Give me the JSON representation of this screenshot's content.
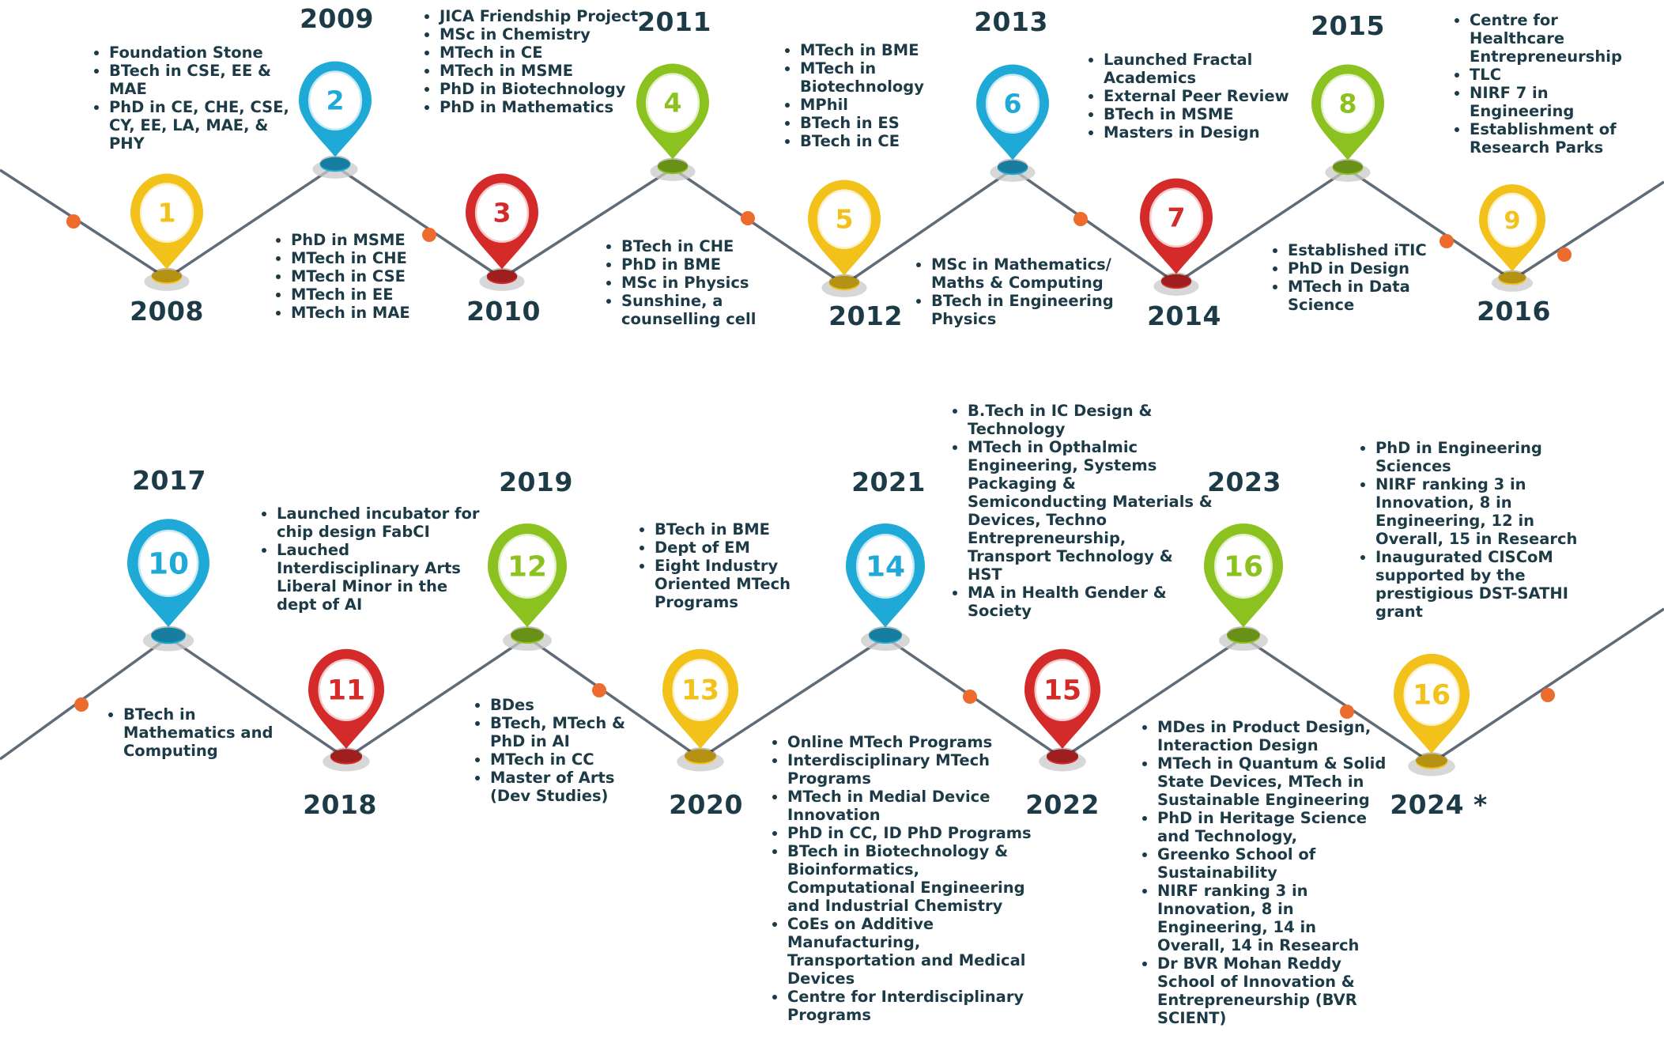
{
  "colors": {
    "yellow": "#f2c21b",
    "blue": "#1fa9d6",
    "red": "#d42a2a",
    "green": "#8cc21f",
    "line": "#5f6b77",
    "dot": "#ec6b2d",
    "text": "#1d3a47"
  },
  "milestones": [
    {
      "num": "1",
      "year": "2008",
      "color": "yellow"
    },
    {
      "num": "2",
      "year": "2009",
      "color": "blue"
    },
    {
      "num": "3",
      "year": "2010",
      "color": "red"
    },
    {
      "num": "4",
      "year": "2011",
      "color": "green"
    },
    {
      "num": "5",
      "year": "2012",
      "color": "yellow"
    },
    {
      "num": "6",
      "year": "2013",
      "color": "blue"
    },
    {
      "num": "7",
      "year": "2014",
      "color": "red"
    },
    {
      "num": "8",
      "year": "2015",
      "color": "green"
    },
    {
      "num": "9",
      "year": "2016",
      "color": "yellow"
    },
    {
      "num": "10",
      "year": "2017",
      "color": "blue"
    },
    {
      "num": "11",
      "year": "2018",
      "color": "red"
    },
    {
      "num": "12",
      "year": "2019",
      "color": "green"
    },
    {
      "num": "13",
      "year": "2020",
      "color": "yellow"
    },
    {
      "num": "14",
      "year": "2021",
      "color": "blue"
    },
    {
      "num": "15",
      "year": "2022",
      "color": "red"
    },
    {
      "num": "16",
      "year": "2023",
      "color": "green"
    },
    {
      "num": "16",
      "year": "2024 *",
      "color": "yellow"
    }
  ],
  "items": [
    [
      "Foundation Stone",
      "BTech in CSE, EE & MAE",
      "PhD in CE, CHE, CSE, CY, EE, LA, MAE, & PHY"
    ],
    [
      "PhD in MSME",
      "MTech in CHE",
      "MTech in CSE",
      "MTech in EE",
      "MTech in MAE"
    ],
    [
      "JICA Friendship Project",
      "MSc in Chemistry",
      "MTech in CE",
      "MTech in MSME",
      "PhD in Biotechnology",
      "PhD in Mathematics"
    ],
    [
      "BTech in CHE",
      "PhD in BME",
      "MSc in Physics",
      "Sunshine, a counselling cell"
    ],
    [
      "MTech in BME",
      "MTech in Biotechnology",
      "MPhil",
      "BTech in ES",
      "BTech in CE"
    ],
    [
      "MSc in Mathematics/ Maths & Computing",
      "BTech in Engineering Physics"
    ],
    [
      "Launched Fractal Academics",
      "External Peer Review",
      "BTech in MSME",
      "Masters in Design"
    ],
    [
      "Established iTIC",
      "PhD in Design",
      " MTech in Data Science"
    ],
    [
      "Centre for Healthcare Entrepreneurship",
      "TLC",
      "NIRF 7 in Engineering",
      "Establishment of Research Parks"
    ],
    [
      "BTech in Mathematics and Computing"
    ],
    [
      "Launched incubator  for chip design FabCI",
      "Lauched Interdisciplinary Arts Liberal Minor in the dept of AI"
    ],
    [
      "BDes",
      "BTech, MTech & PhD in AI",
      "MTech in CC",
      "Master of Arts (Dev Studies)"
    ],
    [
      "BTech in BME",
      "Dept of EM",
      "Eight Industry Oriented MTech Programs"
    ],
    [
      "Online MTech Programs",
      "Interdisciplinary MTech Programs",
      "MTech in Medial Device Innovation",
      "PhD in CC, ID PhD Programs",
      "BTech in Biotechnology & Bioinformatics, Computational Engineering and Industrial Chemistry",
      "CoEs on Additive Manufacturing, Transportation and Medical Devices",
      "Centre for Interdisciplinary Programs"
    ],
    [
      "B.Tech in IC Design & Technology",
      "MTech in  Opthalmic Engineering, Systems Packaging & Semiconducting Materials & Devices, Techno Entrepreneurship, Transport Technology & HST",
      "MA in Health Gender & Society"
    ],
    [
      "MDes in Product Design, Interaction Design",
      "MTech in Quantum & Solid State Devices, MTech in Sustainable Engineering",
      "PhD in Heritage Science and Technology,",
      "Greenko School of Sustainability",
      "NIRF ranking 3 in Innovation, 8 in Engineering, 14 in Overall, 14 in Research",
      "Dr BVR Mohan Reddy School of Innovation & Entrepreneurship (BVR SCIENT)"
    ],
    [
      "PhD in Engineering Sciences",
      "NIRF ranking 3 in Innovation, 8 in Engineering, 12 in Overall, 15 in Research",
      "Inaugurated CISCoM supported by the prestigious DST-SATHI grant"
    ]
  ]
}
